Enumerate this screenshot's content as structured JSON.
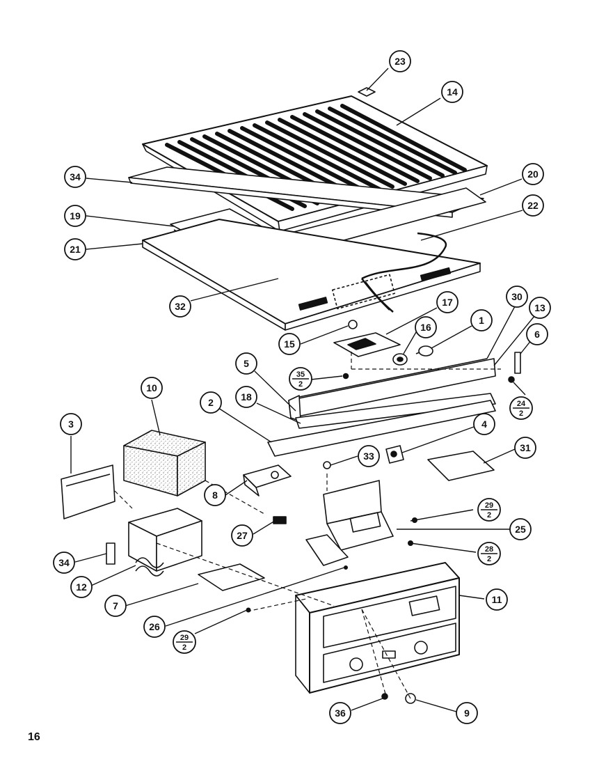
{
  "page_number": "16",
  "callouts": {
    "c1": "1",
    "c2": "2",
    "c3": "3",
    "c4": "4",
    "c5": "5",
    "c6": "6",
    "c7": "7",
    "c8": "8",
    "c9": "9",
    "c10": "10",
    "c11": "11",
    "c12": "12",
    "c13": "13",
    "c14": "14",
    "c15": "15",
    "c16": "16",
    "c17": "17",
    "c18": "18",
    "c19": "19",
    "c20": "20",
    "c21": "21",
    "c22": "22",
    "c23": "23",
    "c25": "25",
    "c26": "26",
    "c27": "27",
    "c30": "30",
    "c31": "31",
    "c32": "32",
    "c33": "33",
    "c34a": "34",
    "c34b": "34",
    "c36": "36"
  },
  "fractions": {
    "f35": {
      "num": "35",
      "den": "2"
    },
    "f24": {
      "num": "24",
      "den": "2"
    },
    "f29a": {
      "num": "29",
      "den": "2"
    },
    "f28": {
      "num": "28",
      "den": "2"
    },
    "f29b": {
      "num": "29",
      "den": "2"
    }
  }
}
